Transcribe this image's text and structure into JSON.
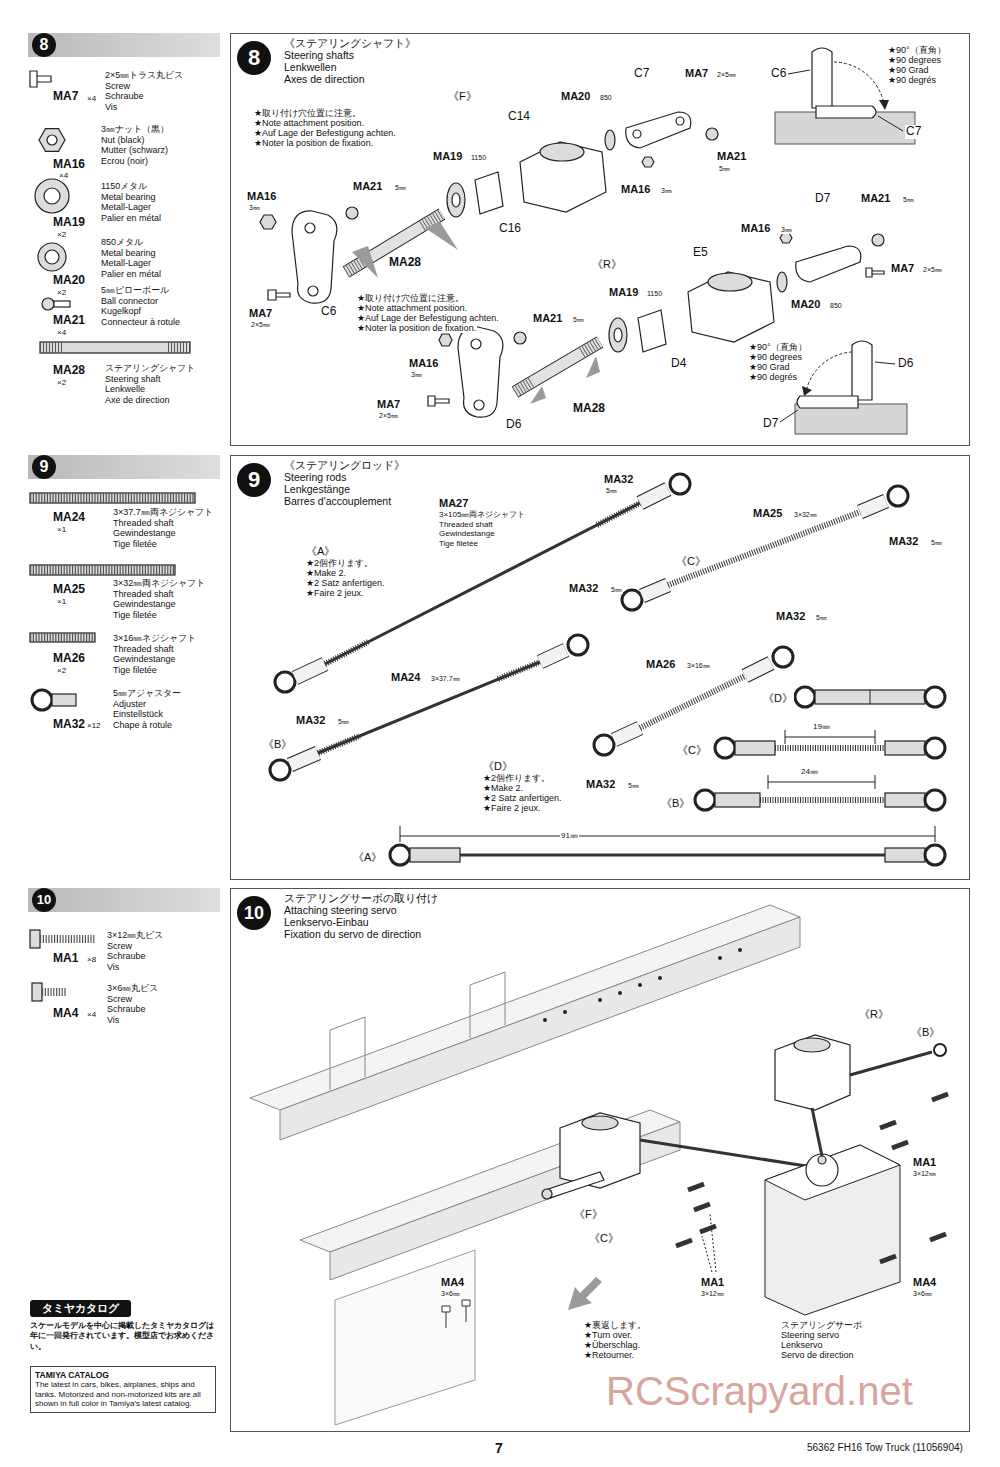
{
  "diagram": {
    "nodes": [
      {
        "text": [
          "8"
        ]
      },
      {
        "text": [
          "8",
          "《ステアリングシャフト》",
          "Steering shafts",
          "Lenkwellen",
          "Axes de direction"
        ]
      },
      {
        "text": [
          "9"
        ]
      },
      {
        "text": [
          "9",
          "《ステアリングロッド》",
          "Steering rods",
          "Lenkgestänge",
          "Barres d'accouplement"
        ]
      },
      {
        "text": [
          "10"
        ]
      },
      {
        "text": [
          "10",
          "ステアリングサーボの取り付け",
          "Attaching steering servo",
          "Lenkservo-Einbau",
          "Fixation du servo de direction"
        ]
      },
      {
        "text": [
          "タミヤカタログ",
          "スケールモデルを中心に掲載したタミヤカタログは年に一回発行されています。模型店でお求めください。",
          "TAMIYA CATALOG",
          "The latest in cars, bikes, airplanes, ships and tanks. Motorized and non-motorized kits are all shown in full color in Tamiya's latest catalog."
        ]
      }
    ],
    "labels": [
      "MA7",
      "×4",
      "2×5㎜トラス丸ビス",
      "Screw",
      "Schraube",
      "Vis",
      "MA16",
      "×4",
      "3㎜ナット（黒）",
      "Nut (black)",
      "Mutter (schwarz)",
      "Ecrou (noir)",
      "MA19",
      "×2",
      "1150メタル",
      "Metal bearing",
      "Metall-Lager",
      "Palier en métal",
      "MA20",
      "×2",
      "850メタル",
      "Metal bearing",
      "Metall-Lager",
      "Palier en métal",
      "MA21",
      "×4",
      "5㎜ピローボール",
      "Ball connector",
      "Kugelkopf",
      "Connecteur à rotule",
      "MA28",
      "×2",
      "ステアリングシャフト",
      "Steering shaft",
      "Lenkwelle",
      "Axe de direction",
      "《F》",
      "★取り付け穴位置に注意。",
      "★Note attachment position.",
      "★Auf Lage der Befestigung achten.",
      "★Noter la position de fixation.",
      "MA16",
      "3㎜",
      "MA21",
      "5㎜",
      "MA19",
      "1150",
      "C14",
      "MA20",
      "850",
      "C7",
      "MA7",
      "2×5㎜",
      "C6",
      "★90°（直角）",
      "★90 degrees",
      "★90 Grad",
      "★90 degrés",
      "C7",
      "MA21",
      "5㎜",
      "MA16",
      "3㎜",
      "C16",
      "MA28",
      "C6",
      "MA7",
      "2×5㎜",
      "《R》",
      "E5",
      "D7",
      "MA21",
      "5㎜",
      "MA16",
      "3㎜",
      "MA7",
      "2×5㎜",
      "MA20",
      "850",
      "MA19",
      "1150",
      "MA21",
      "5㎜",
      "★取り付け穴位置に注意。",
      "★Note attachment position.",
      "★Auf Lage der Befestigung achten.",
      "★Noter la position de fixation.",
      "MA16",
      "3㎜",
      "D4",
      "★90°（直角）",
      "★90 degrees",
      "★90 Grad",
      "★90 degrés",
      "D6",
      "MA28",
      "MA7",
      "2×5㎜",
      "D6",
      "D7",
      "MA24",
      "×1",
      "3×37.7㎜両ネジシャフト",
      "Threaded shaft",
      "Gewindestange",
      "Tige filetée",
      "MA25",
      "×1",
      "3×32㎜両ネジシャフト",
      "Threaded shaft",
      "Gewindestange",
      "Tige filetée",
      "MA26",
      "×2",
      "3×16㎜ネジシャフト",
      "Threaded shaft",
      "Gewindestange",
      "Tige filetée",
      "MA32",
      "×12",
      "5㎜アジャスター",
      "Adjuster",
      "Einstellstück",
      "Chape à rotule",
      "MA32",
      "5㎜",
      "MA27",
      "3×105㎜両ネジシャフト",
      "Threaded shaft",
      "Gewindestange",
      "Tige filetée",
      "MA25",
      "3×32㎜",
      "MA32",
      "5㎜",
      "《A》",
      "★2個作ります。",
      "★Make 2.",
      "★2 Satz anfertigen.",
      "★Faire 2 jeux.",
      "《C》",
      "MA32",
      "5㎜",
      "MA32",
      "5㎜",
      "MA26",
      "3×16㎜",
      "《D》",
      "MA24",
      "3×37.7㎜",
      "MA32",
      "5㎜",
      "《B》",
      "《D》",
      "★2個作ります。",
      "★Make 2.",
      "★2 Satz anfertigen.",
      "★Faire 2 jeux.",
      "《C》",
      "19㎜",
      "MA32",
      "5㎜",
      "24㎜",
      "《B》",
      "《A》",
      "91㎜",
      "MA1",
      "×8",
      "3×12㎜丸ビス",
      "Screw",
      "Schraube",
      "Vis",
      "MA4",
      "×4",
      "3×6㎜丸ビス",
      "Screw",
      "Schraube",
      "Vis",
      "《R》",
      "《B》",
      "MA1",
      "3×12㎜",
      "《F》",
      "《C》",
      "MA1",
      "3×12㎜",
      "MA4",
      "3×6㎜",
      "★裏返します。",
      "★Turn over.",
      "★Überschlag.",
      "★Retourner.",
      "ステアリングサーボ",
      "Steering servo",
      "Lenkservo",
      "Servo de direction",
      "MA4",
      "3×6㎜",
      "RCScrapyard.net",
      "7",
      "56362 FH16 Tow Truck (11056904)"
    ]
  }
}
